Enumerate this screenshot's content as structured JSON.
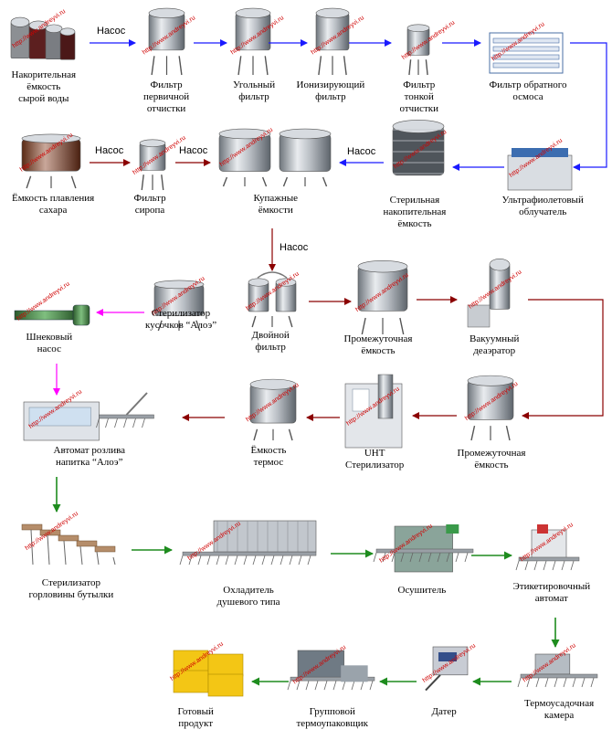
{
  "pump_label": "Насос",
  "watermark": "http://www.andreyvi.ru",
  "colors": {
    "blue": "#1a1aff",
    "darkred": "#8b0000",
    "magenta": "#ff00ff",
    "green": "#1e8c1e",
    "steel": "#b9bec4",
    "steel_dark": "#6e757c",
    "wm": "#d00000"
  },
  "nodes": [
    {
      "id": "raw-water-tank",
      "icon": "raw-water-tanks-icon",
      "lines": [
        "Накорительная",
        "ёмкость",
        "сырой воды"
      ]
    },
    {
      "id": "primary-filter",
      "icon": "primary-filter-icon",
      "lines": [
        "Фильтр",
        "первичной",
        "отчистки"
      ]
    },
    {
      "id": "carbon-filter",
      "icon": "carbon-filter-icon",
      "lines": [
        "Угольный",
        "фильтр"
      ]
    },
    {
      "id": "ionizing-filter",
      "icon": "ionizing-filter-icon",
      "lines": [
        "Ионизирующий",
        "фильтр"
      ]
    },
    {
      "id": "fine-filter",
      "icon": "fine-filter-icon",
      "lines": [
        "Фильтр",
        "тонкой",
        "отчистки"
      ]
    },
    {
      "id": "ro-filter",
      "icon": "reverse-osmosis-icon",
      "lines": [
        "Фильтр обратного",
        "осмоса"
      ]
    },
    {
      "id": "sugar-tank",
      "icon": "sugar-melting-tank-icon",
      "lines": [
        "Ёмкость плавления",
        "сахара"
      ]
    },
    {
      "id": "syrup-filter",
      "icon": "syrup-filter-icon",
      "lines": [
        "Фильтр",
        "сиропа"
      ]
    },
    {
      "id": "blending-tanks",
      "icon": "blending-tanks-icon",
      "lines": [
        "Купажные",
        "ёмкости"
      ]
    },
    {
      "id": "sterile-tank",
      "icon": "sterile-storage-tank-icon",
      "lines": [
        "Стерильная",
        "накопительная",
        "ёмкость"
      ]
    },
    {
      "id": "uv-unit",
      "icon": "uv-sterilizer-icon",
      "lines": [
        "Ультрафиолетовый",
        "облучатель"
      ]
    },
    {
      "id": "screw-pump",
      "icon": "screw-pump-icon",
      "lines": [
        "Шнековый",
        "насос"
      ]
    },
    {
      "id": "aloe-sterilizer",
      "icon": "aloe-sterilizer-icon",
      "lines": [
        "Стерилизатор",
        "кусочков “Алоэ”"
      ]
    },
    {
      "id": "double-filter",
      "icon": "double-filter-icon",
      "lines": [
        "Двойной",
        "фильтр"
      ]
    },
    {
      "id": "intermediate-tank-1",
      "icon": "intermediate-tank-icon",
      "lines": [
        "Промежуточная",
        "ёмкость"
      ]
    },
    {
      "id": "deaerator",
      "icon": "vacuum-deaerator-icon",
      "lines": [
        "Вакуумный",
        "деаэратор"
      ]
    },
    {
      "id": "filling-machine",
      "icon": "filling-machine-icon",
      "lines": [
        "Автомат розлива",
        "напитка “Алоэ”"
      ]
    },
    {
      "id": "thermos-tank",
      "icon": "thermos-tank-icon",
      "lines": [
        "Ёмкость",
        "термос"
      ]
    },
    {
      "id": "uht",
      "icon": "uht-sterilizer-icon",
      "lines": [
        "UHT",
        "Стерилизатор"
      ]
    },
    {
      "id": "intermediate-tank-2",
      "icon": "intermediate-tank-icon",
      "lines": [
        "Промежуточная",
        "ёмкость"
      ]
    },
    {
      "id": "neck-sterilizer",
      "icon": "bottle-neck-sterilizer-icon",
      "lines": [
        "Стерилизатор",
        "горловины бутылки"
      ]
    },
    {
      "id": "shower-cooler",
      "icon": "shower-cooler-icon",
      "lines": [
        "Охладитель",
        "душевого типа"
      ]
    },
    {
      "id": "dryer",
      "icon": "dryer-icon",
      "lines": [
        "Осушитель"
      ]
    },
    {
      "id": "labeler",
      "icon": "labeling-machine-icon",
      "lines": [
        "Этикетировочный",
        "автомат"
      ]
    },
    {
      "id": "finished-product",
      "icon": "finished-product-icon",
      "lines": [
        "Готовый",
        "продукт"
      ]
    },
    {
      "id": "group-packer",
      "icon": "group-shrink-packer-icon",
      "lines": [
        "Групповой",
        "термоупаковщик"
      ]
    },
    {
      "id": "dater",
      "icon": "date-printer-icon",
      "lines": [
        "Датер"
      ]
    },
    {
      "id": "shrink-tunnel",
      "icon": "heat-shrink-tunnel-icon",
      "lines": [
        "Термоусадочная",
        "камера"
      ]
    }
  ],
  "flows": [
    {
      "from": "raw-water-tank",
      "to": "primary-filter",
      "color": "blue",
      "pump": true
    },
    {
      "from": "primary-filter",
      "to": "carbon-filter",
      "color": "blue",
      "pump": false
    },
    {
      "from": "carbon-filter",
      "to": "ionizing-filter",
      "color": "blue",
      "pump": false
    },
    {
      "from": "ionizing-filter",
      "to": "fine-filter",
      "color": "blue",
      "pump": false
    },
    {
      "from": "fine-filter",
      "to": "ro-filter",
      "color": "blue",
      "pump": false
    },
    {
      "from": "ro-filter",
      "to": "uv-unit",
      "color": "blue",
      "pump": false
    },
    {
      "from": "uv-unit",
      "to": "sterile-tank",
      "color": "blue",
      "pump": false
    },
    {
      "from": "sterile-tank",
      "to": "blending-tanks",
      "color": "blue",
      "pump": true
    },
    {
      "from": "sugar-tank",
      "to": "syrup-filter",
      "color": "darkred",
      "pump": true
    },
    {
      "from": "syrup-filter",
      "to": "blending-tanks",
      "color": "darkred",
      "pump": true
    },
    {
      "from": "blending-tanks",
      "to": "double-filter",
      "color": "darkred",
      "pump": true
    },
    {
      "from": "double-filter",
      "to": "intermediate-tank-1",
      "color": "darkred",
      "pump": false
    },
    {
      "from": "intermediate-tank-1",
      "to": "deaerator",
      "color": "darkred",
      "pump": false
    },
    {
      "from": "deaerator",
      "to": "intermediate-tank-2",
      "color": "darkred",
      "pump": false
    },
    {
      "from": "intermediate-tank-2",
      "to": "uht",
      "color": "darkred",
      "pump": false
    },
    {
      "from": "uht",
      "to": "thermos-tank",
      "color": "darkred",
      "pump": false
    },
    {
      "from": "thermos-tank",
      "to": "filling-machine",
      "color": "darkred",
      "pump": false
    },
    {
      "from": "aloe-sterilizer",
      "to": "screw-pump",
      "color": "magenta",
      "pump": false
    },
    {
      "from": "screw-pump",
      "to": "filling-machine",
      "color": "magenta",
      "pump": false
    },
    {
      "from": "filling-machine",
      "to": "neck-sterilizer",
      "color": "green",
      "pump": false
    },
    {
      "from": "neck-sterilizer",
      "to": "shower-cooler",
      "color": "green",
      "pump": false
    },
    {
      "from": "shower-cooler",
      "to": "dryer",
      "color": "green",
      "pump": false
    },
    {
      "from": "dryer",
      "to": "labeler",
      "color": "green",
      "pump": false
    },
    {
      "from": "labeler",
      "to": "shrink-tunnel",
      "color": "green",
      "pump": false
    },
    {
      "from": "shrink-tunnel",
      "to": "dater",
      "color": "green",
      "pump": false
    },
    {
      "from": "dater",
      "to": "group-packer",
      "color": "green",
      "pump": false
    },
    {
      "from": "group-packer",
      "to": "finished-product",
      "color": "green",
      "pump": false
    }
  ]
}
